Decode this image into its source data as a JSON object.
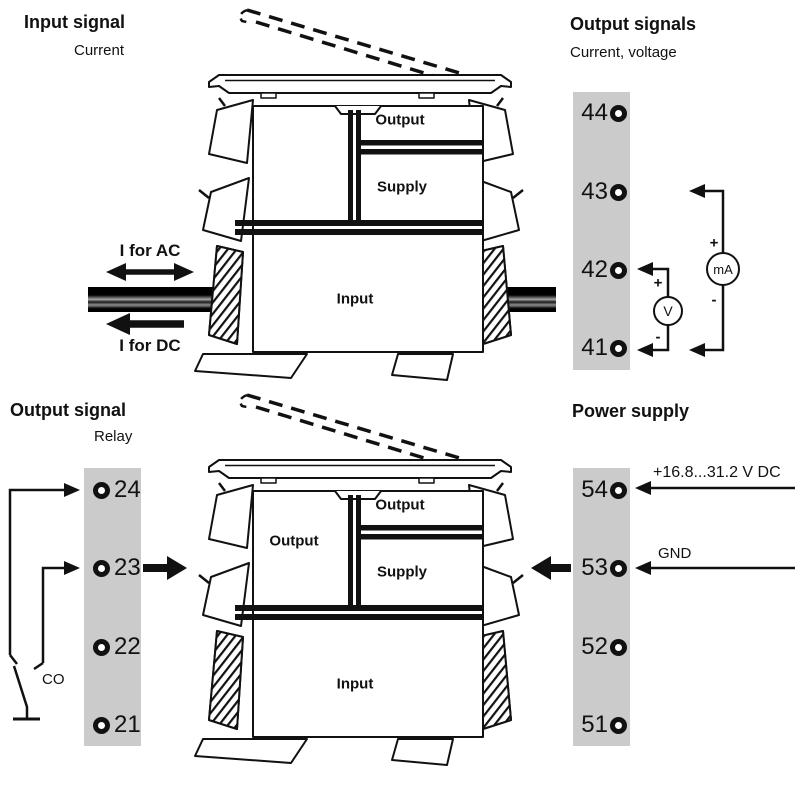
{
  "top_diagram": {
    "left_heading": "Input signal",
    "left_subheading": "Current",
    "right_heading": "Output signals",
    "right_subheading": "Current, voltage",
    "device": {
      "output": "Output",
      "supply": "Supply",
      "input": "Input"
    },
    "terminals": [
      "44",
      "43",
      "42",
      "41"
    ],
    "current_labels": {
      "ac": "I for AC",
      "dc": "I for DC"
    },
    "meters": {
      "voltage": "V",
      "current": "mA",
      "plus": "+",
      "minus": "-"
    }
  },
  "bottom_diagram": {
    "left_heading": "Output signal",
    "left_subheading": "Relay",
    "right_heading": "Power supply",
    "device": {
      "output_left": "Output",
      "output": "Output",
      "supply": "Supply",
      "input": "Input"
    },
    "relay_terminals": [
      "24",
      "23",
      "22",
      "21"
    ],
    "power_terminals": [
      "54",
      "53",
      "52",
      "51"
    ],
    "relay_labels": {
      "co": "CO"
    },
    "power_labels": {
      "voltage_range": "+16.8...31.2 V DC",
      "ground": "GND"
    }
  },
  "colors": {
    "terminal_strip": "#cbcbcb",
    "ink": "#111111"
  }
}
